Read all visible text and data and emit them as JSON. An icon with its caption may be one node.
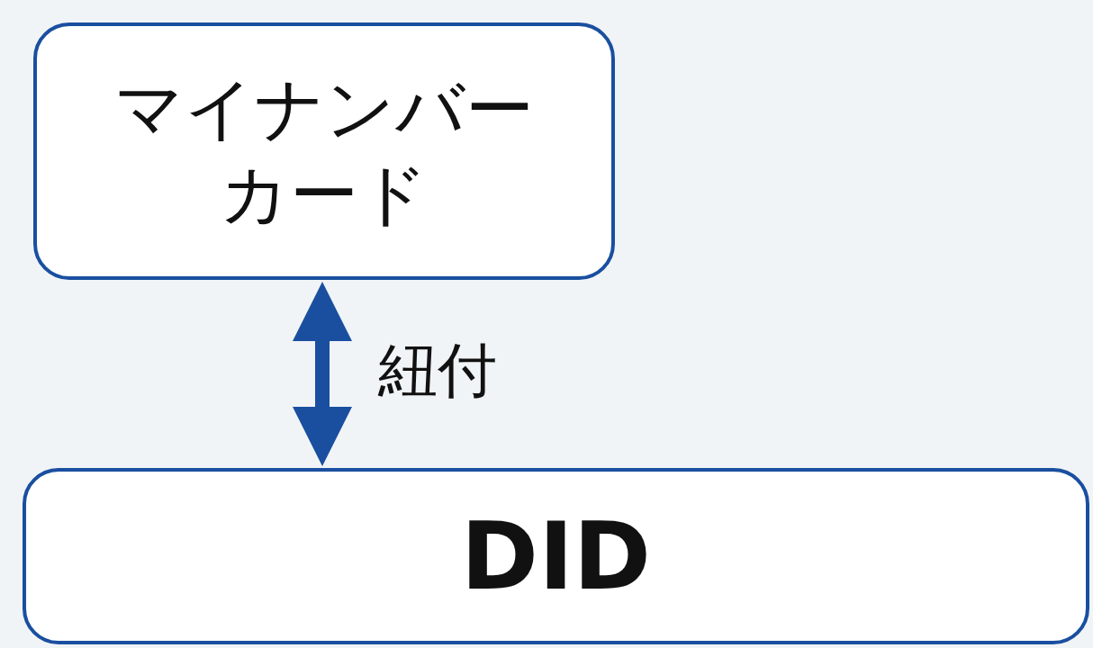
{
  "diagram": {
    "nodes": [
      {
        "text": [
          "マイナンバーカード"
        ]
      },
      {
        "text": [
          "DID"
        ]
      }
    ],
    "edges": [
      {
        "from": 0,
        "to": 1,
        "arrow": "both",
        "label": "紐付"
      }
    ]
  }
}
